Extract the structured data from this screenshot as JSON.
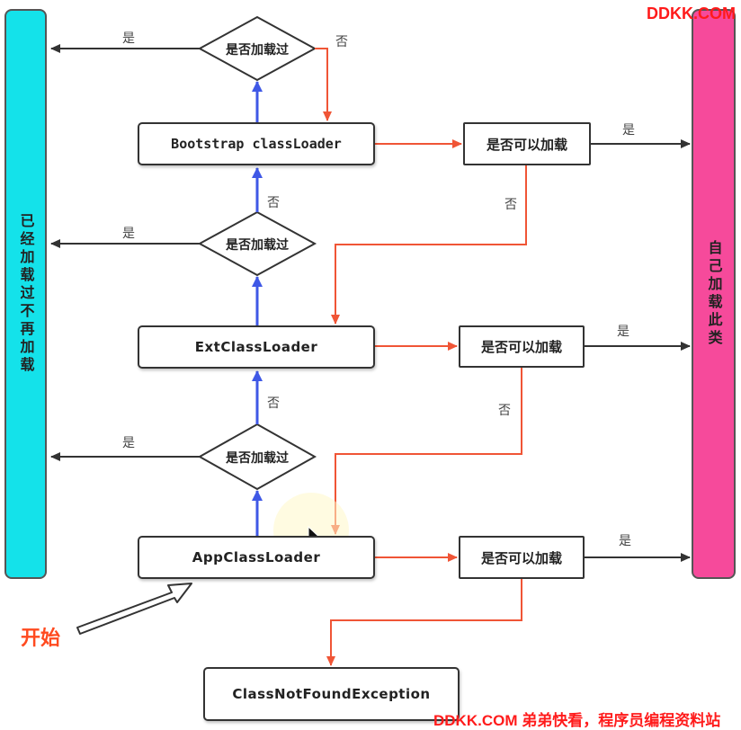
{
  "colors": {
    "left_bar": "#14e2ea",
    "right_bar": "#f64a9b",
    "upward_arrow": "#3f58e6",
    "flow_arrow": "#f05536",
    "black_arrow": "#333333",
    "watermark": "#ff1b1b",
    "start_label": "#ff4a1f"
  },
  "left_bar": {
    "text": "已经加载过不再加载"
  },
  "right_bar": {
    "text": "自己加载此类"
  },
  "loaders": {
    "bootstrap": "Bootstrap classLoader",
    "ext": "ExtClassLoader",
    "app": "AppClassLoader"
  },
  "checks": {
    "top": "是否加载过",
    "middle": "是否加载过",
    "bottom": "是否加载过"
  },
  "can_load": {
    "top": "是否可以加载",
    "middle": "是否可以加载",
    "bottom": "是否可以加载"
  },
  "labels": {
    "yes": "是",
    "no": "否"
  },
  "exception": "ClassNotFoundException",
  "start": "开始",
  "watermark": {
    "top": "DDKK.COM",
    "bottom": "DDKK.COM 弟弟快看，程序员编程资料站"
  },
  "icons": {
    "start_arrow": "hollow-arrow-icon",
    "cursor": "mouse-cursor-icon"
  }
}
